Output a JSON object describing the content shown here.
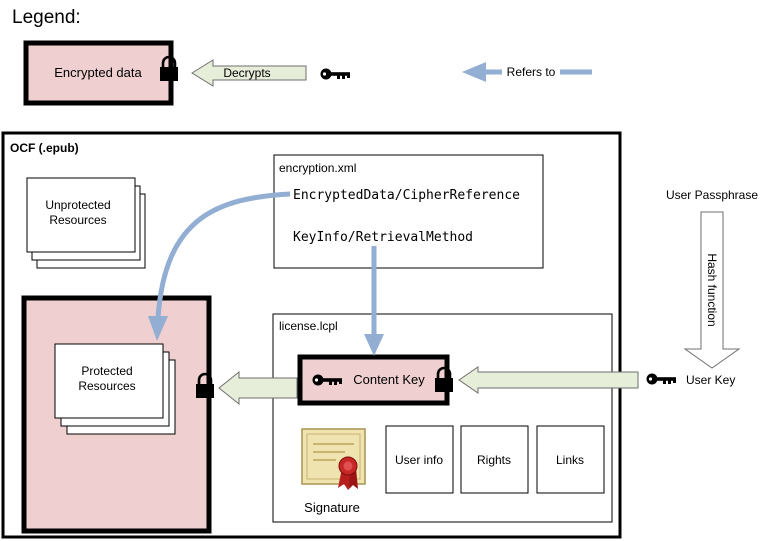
{
  "legend": {
    "title": "Legend:",
    "encrypted_label": "Encrypted data",
    "decrypts_label": "Decrypts",
    "refers_label": "Refers to"
  },
  "ocf": {
    "title": "OCF (.epub)",
    "unprotected_line1": "Unprotected",
    "unprotected_line2": "Resources",
    "protected_line1": "Protected",
    "protected_line2": "Resources"
  },
  "encryption": {
    "title": "encryption.xml",
    "cipher_ref": "EncryptedData/CipherReference",
    "retrieval": "KeyInfo/RetrievalMethod"
  },
  "license": {
    "title": "license.lcpl",
    "content_key": "Content Key",
    "signature": "Signature",
    "user_info": "User info",
    "rights": "Rights",
    "links": "Links"
  },
  "user": {
    "passphrase": "User Passphrase",
    "hash": "Hash function",
    "user_key": "User Key"
  },
  "colors": {
    "encrypted_fill": "#efcfd0",
    "decrypt_arrow": "#e6edd9",
    "refer_arrow": "#92aed2"
  }
}
